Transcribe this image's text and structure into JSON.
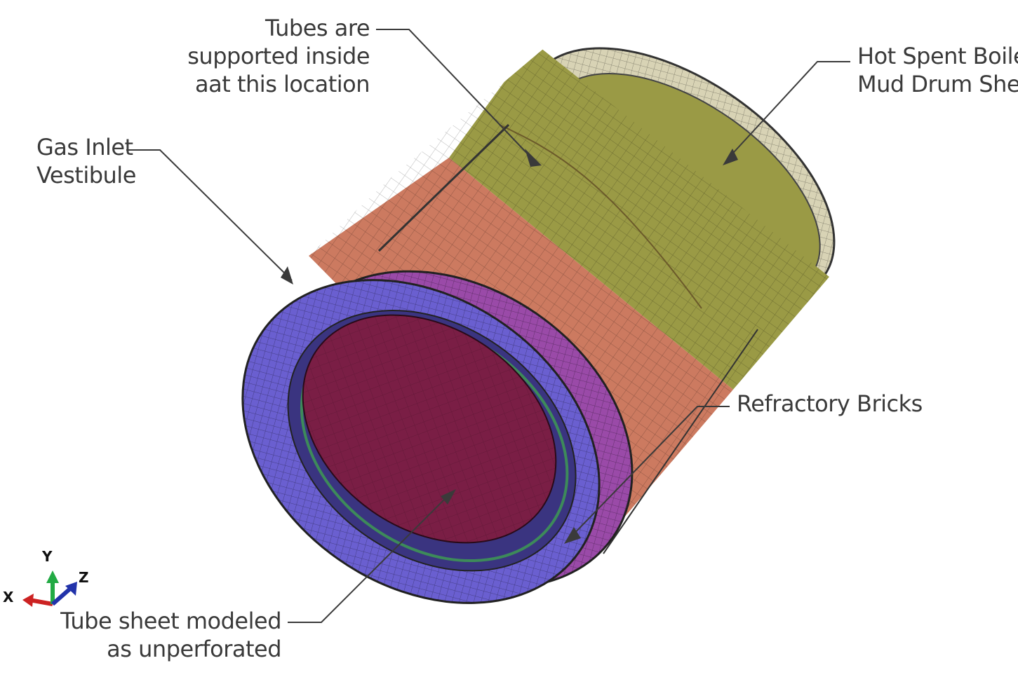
{
  "labels": {
    "tubes_supported": [
      "Tubes are",
      "supported inside",
      "aat this location"
    ],
    "hot_spent_boiler": [
      "Hot Spent Boiler",
      "Mud Drum Shell"
    ],
    "gas_inlet": [
      "Gas Inlet",
      "Vestibule"
    ],
    "refractory_bricks": [
      "Refractory Bricks"
    ],
    "tube_sheet": [
      "Tube sheet modeled",
      "as unperforated"
    ]
  },
  "axes": {
    "x": "X",
    "y": "Y",
    "z": "Z"
  },
  "colors": {
    "refractory_flange": "#6a5fd0",
    "vestibule": "#9a4aa8",
    "tube_sheet": "#7a1e45",
    "tube_support_band": "#cc7a60",
    "mud_drum_shell": "#9a9a45",
    "flange_ring": "#ddd8bd",
    "axis_x": "#cc2222",
    "axis_y": "#22aa44",
    "axis_z": "#2233aa",
    "leader": "#3a3a3a"
  },
  "icons": {
    "coordinate_triad": "xyz-axis-triad-icon"
  }
}
